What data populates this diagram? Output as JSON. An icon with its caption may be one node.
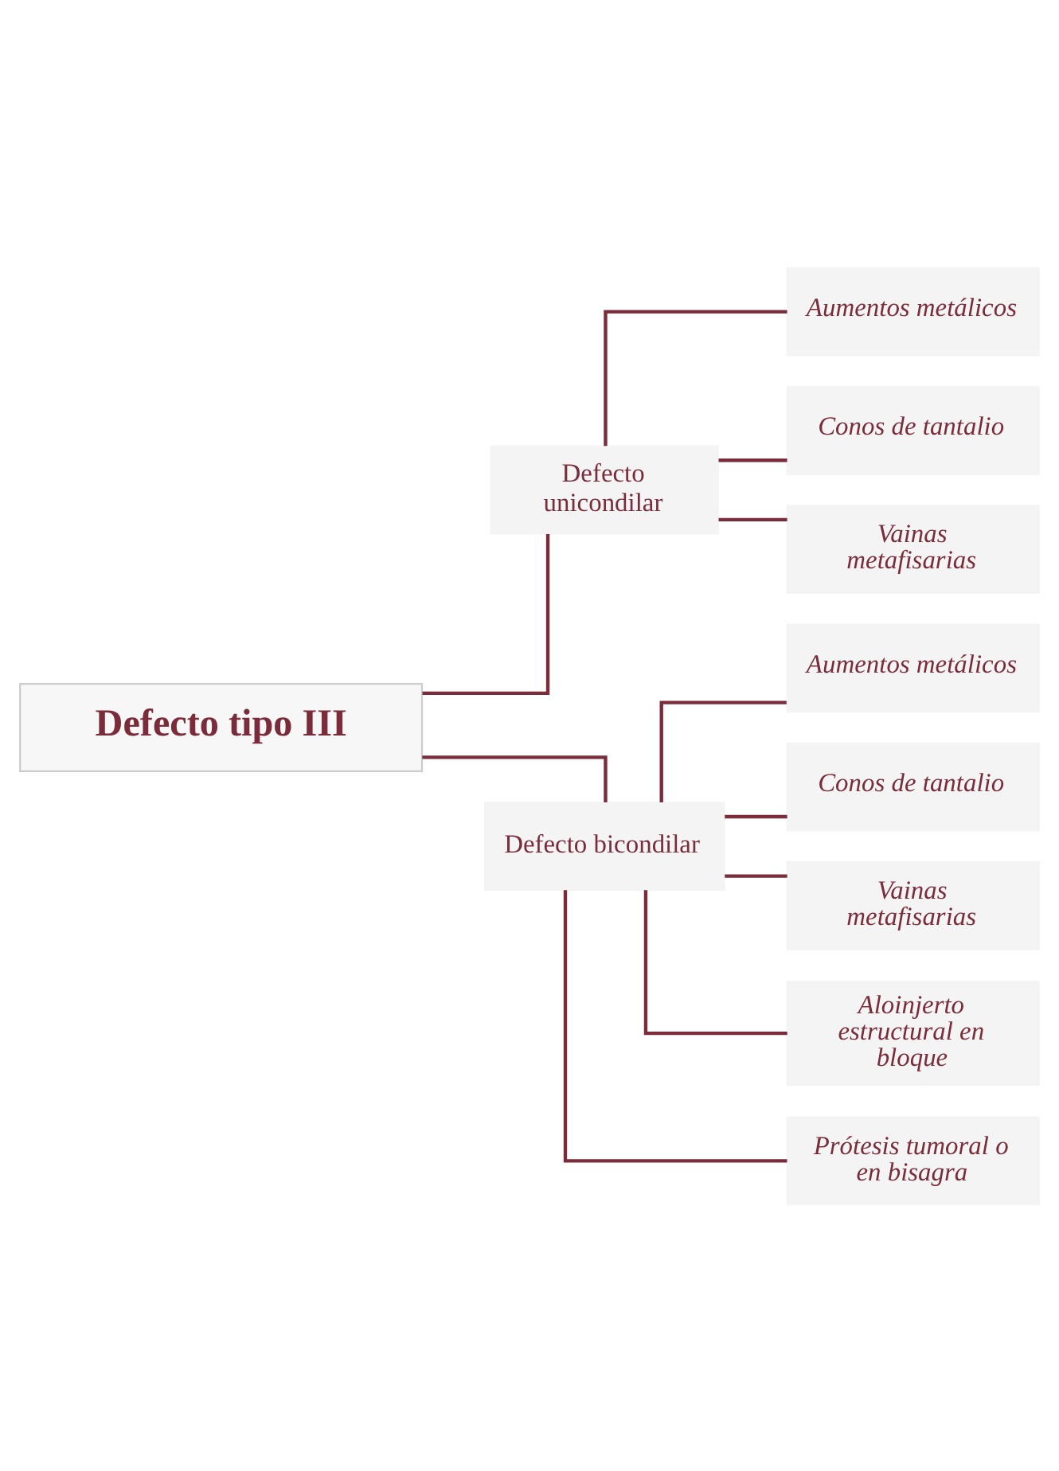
{
  "diagram": {
    "nodes": [
      {
        "text": [
          "Defecto tipo III"
        ]
      },
      {
        "text": [
          "Defecto unicondilar"
        ]
      },
      {
        "text": [
          "Defecto bicondilar"
        ]
      },
      {
        "text": [
          "Aumentos metálicos"
        ]
      },
      {
        "text": [
          "Conos de tantalio"
        ]
      },
      {
        "text": [
          "Vainas metafisarias"
        ]
      },
      {
        "text": [
          "Aumentos metálicos"
        ]
      },
      {
        "text": [
          "Conos de tantalio"
        ]
      },
      {
        "text": [
          "Vainas metafisarias"
        ]
      },
      {
        "text": [
          "Aloinjerto estructural en bloque"
        ]
      },
      {
        "text": [
          "Prótesis tumoral o en bisagra"
        ]
      }
    ],
    "edges": [
      {
        "from": 0,
        "to": 1,
        "arrow": "none"
      },
      {
        "from": 0,
        "to": 2,
        "arrow": "none"
      },
      {
        "from": 1,
        "to": 3,
        "arrow": "none"
      },
      {
        "from": 1,
        "to": 4,
        "arrow": "none"
      },
      {
        "from": 1,
        "to": 5,
        "arrow": "none"
      },
      {
        "from": 2,
        "to": 6,
        "arrow": "none"
      },
      {
        "from": 2,
        "to": 7,
        "arrow": "none"
      },
      {
        "from": 2,
        "to": 8,
        "arrow": "none"
      },
      {
        "from": 2,
        "to": 9,
        "arrow": "none"
      },
      {
        "from": 2,
        "to": 10,
        "arrow": "none"
      }
    ]
  }
}
